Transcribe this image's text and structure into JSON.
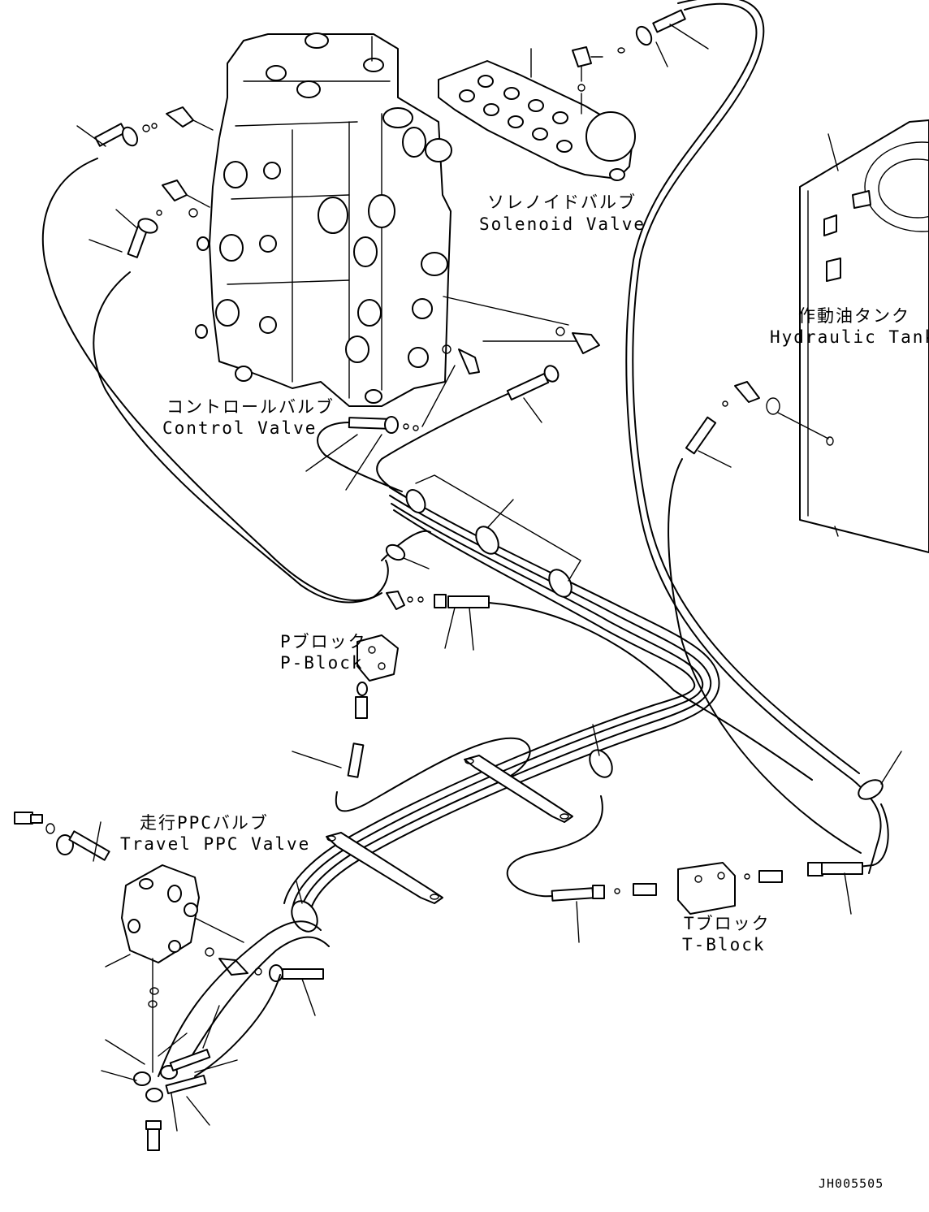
{
  "labels": {
    "solenoid_valve_jp": "ソレノイドバルブ",
    "solenoid_valve_en": "Solenoid Valve",
    "control_valve_jp": "コントロールバルブ",
    "control_valve_en": "Control Valve",
    "hydraulic_tank_jp": "作動油タンク",
    "hydraulic_tank_en": "Hydraulic Tank",
    "p_block_jp": "Pブロック",
    "p_block_en": "P-Block",
    "travel_ppc_valve_jp": "走行PPCバルブ",
    "travel_ppc_valve_en": "Travel PPC Valve",
    "t_block_jp": "Tブロック",
    "t_block_en": "T-Block"
  },
  "drawing_code": "JH005505"
}
